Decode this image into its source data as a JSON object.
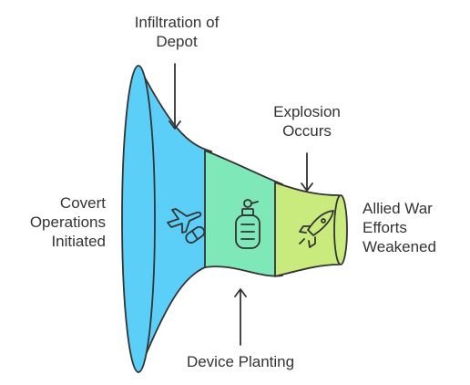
{
  "colors": {
    "stage1": "#5ccff8",
    "stage2": "#7fe8b9",
    "stage3": "#c9ea7d",
    "stroke": "#333333"
  },
  "icons": [
    "airplane-icon",
    "pill-icon",
    "grenade-icon",
    "rocket-icon"
  ],
  "labels": {
    "start": [
      "Covert",
      "Operations",
      "Initiated"
    ],
    "infiltration": [
      "Infiltration of",
      "Depot"
    ],
    "explosion": [
      "Explosion",
      "Occurs"
    ],
    "device": [
      "Device Planting"
    ],
    "end": [
      "Allied War",
      "Efforts",
      "Weakened"
    ]
  }
}
